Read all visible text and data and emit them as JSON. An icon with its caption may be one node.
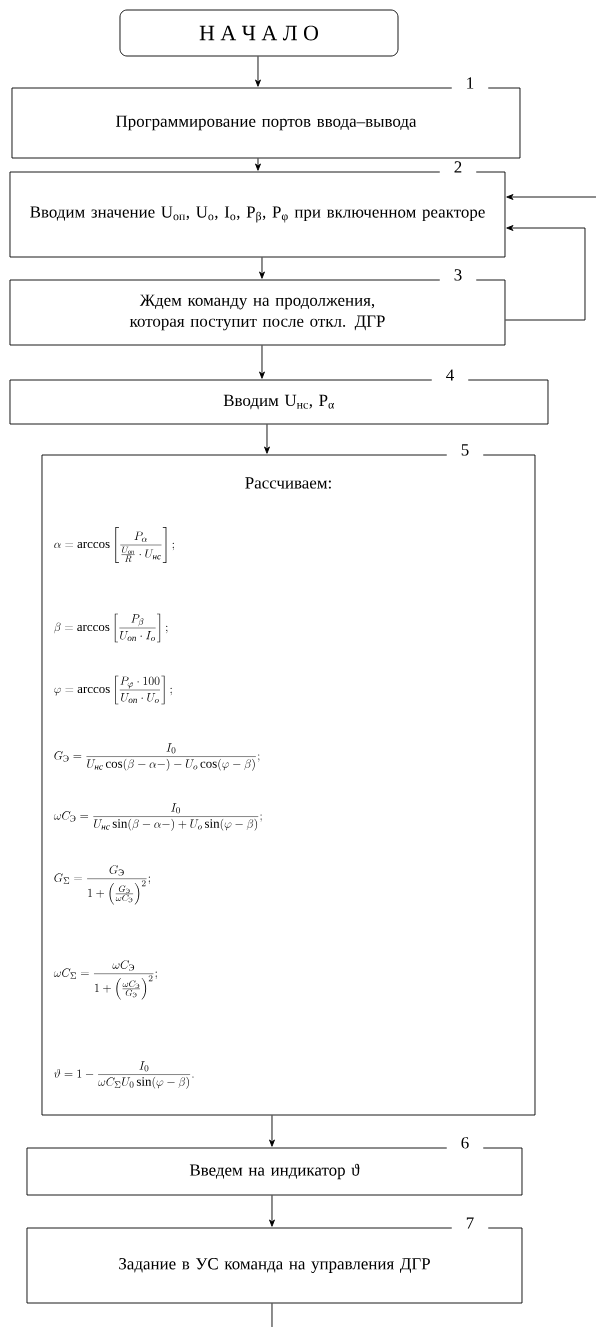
{
  "diagram": {
    "nodes": [
      {
        "text": [
          "Н А Ч А Л О"
        ]
      },
      {
        "text": [
          "Программирование портов ввода–вывода"
        ],
        "beside": [
          "1"
        ]
      },
      {
        "text": [
          "Вводим значение U$_{оп}$, U$_{о}$, I$_{о}$, P$_{β}$, P$_{φ}$ при включенном реакторе"
        ],
        "beside": [
          "2"
        ]
      },
      {
        "text": [
          "Ждем команду на продолжения, которая поступит после откл. ДГР"
        ],
        "beside": [
          "3"
        ]
      },
      {
        "text": [
          "Вводим U$_{нс}$, P$_{α}$"
        ],
        "beside": [
          "4"
        ]
      },
      {
        "text": [
          "Рассчиваем:",
          "\\alpha = \\arccos\\left[\\frac{P_{\\alpha}}{\\frac{U_{\\text{\\itshape оп}}}{R}\\cdot U_{\\text{\\itshape нс}}}\\right];",
          "\\beta = \\arccos\\left[\\frac{P_{\\beta}}{U_{\\text{\\itshape оп}}\\cdot I_{o}}\\right];",
          "\\varphi = \\arccos\\left[\\frac{P_{\\varphi}\\cdot 100}{U_{\\text{\\itshape оп}}\\cdot U_{o}}\\right];",
          "G_{\\text{Э}} = \\frac{I_{0}}{U_{\\text{\\itshape нс}}\\cos(\\beta-\\alpha-)-U_{o}\\cos(\\varphi-\\beta)};",
          "\\omega C_{\\text{Э}} = \\frac{I_{0}}{U_{\\text{\\itshape нс}}\\sin(\\beta-\\alpha-)+U_{o}\\sin(\\varphi-\\beta)};",
          "G_{\\Sigma} = \\frac{G_{\\text{Э}}}{1+\\left(\\frac{G_{\\text{Э}}}{\\omega C_{\\text{Э}}}\\right)^{2}};",
          "\\omega C_{\\Sigma} = \\frac{\\omega C_{\\text{Э}}}{1+\\left(\\frac{\\omega C_{\\text{Э}}}{G_{\\text{Э}}}\\right)^{2}};",
          "\\vartheta = 1-\\frac{I_{0}}{\\omega C_{\\Sigma}U_{0}\\sin(\\varphi-\\beta)}."
        ],
        "beside": [
          "5"
        ]
      },
      {
        "text": [
          "Введем на индикатор ϑ"
        ],
        "beside": [
          "6"
        ]
      },
      {
        "text": [
          "Задание в УС команда на управления ДГР"
        ],
        "beside": [
          "7"
        ]
      }
    ],
    "edges": [
      {
        "from": 0,
        "to": 1,
        "arrow": "to"
      },
      {
        "from": 1,
        "to": 2,
        "arrow": "to"
      },
      {
        "from": 2,
        "to": 3,
        "arrow": "to"
      },
      {
        "from": 3,
        "to": 4,
        "arrow": "to"
      },
      {
        "from": 4,
        "to": 5,
        "arrow": "to"
      },
      {
        "from": 5,
        "to": 6,
        "arrow": "to"
      },
      {
        "from": 6,
        "to": 7,
        "arrow": "to"
      },
      {
        "from": 7,
        "to": null,
        "arrow": "none"
      },
      {
        "from": null,
        "to": 2,
        "arrow": "to"
      },
      {
        "from": 3,
        "to": 2,
        "arrow": "to"
      }
    ]
  }
}
